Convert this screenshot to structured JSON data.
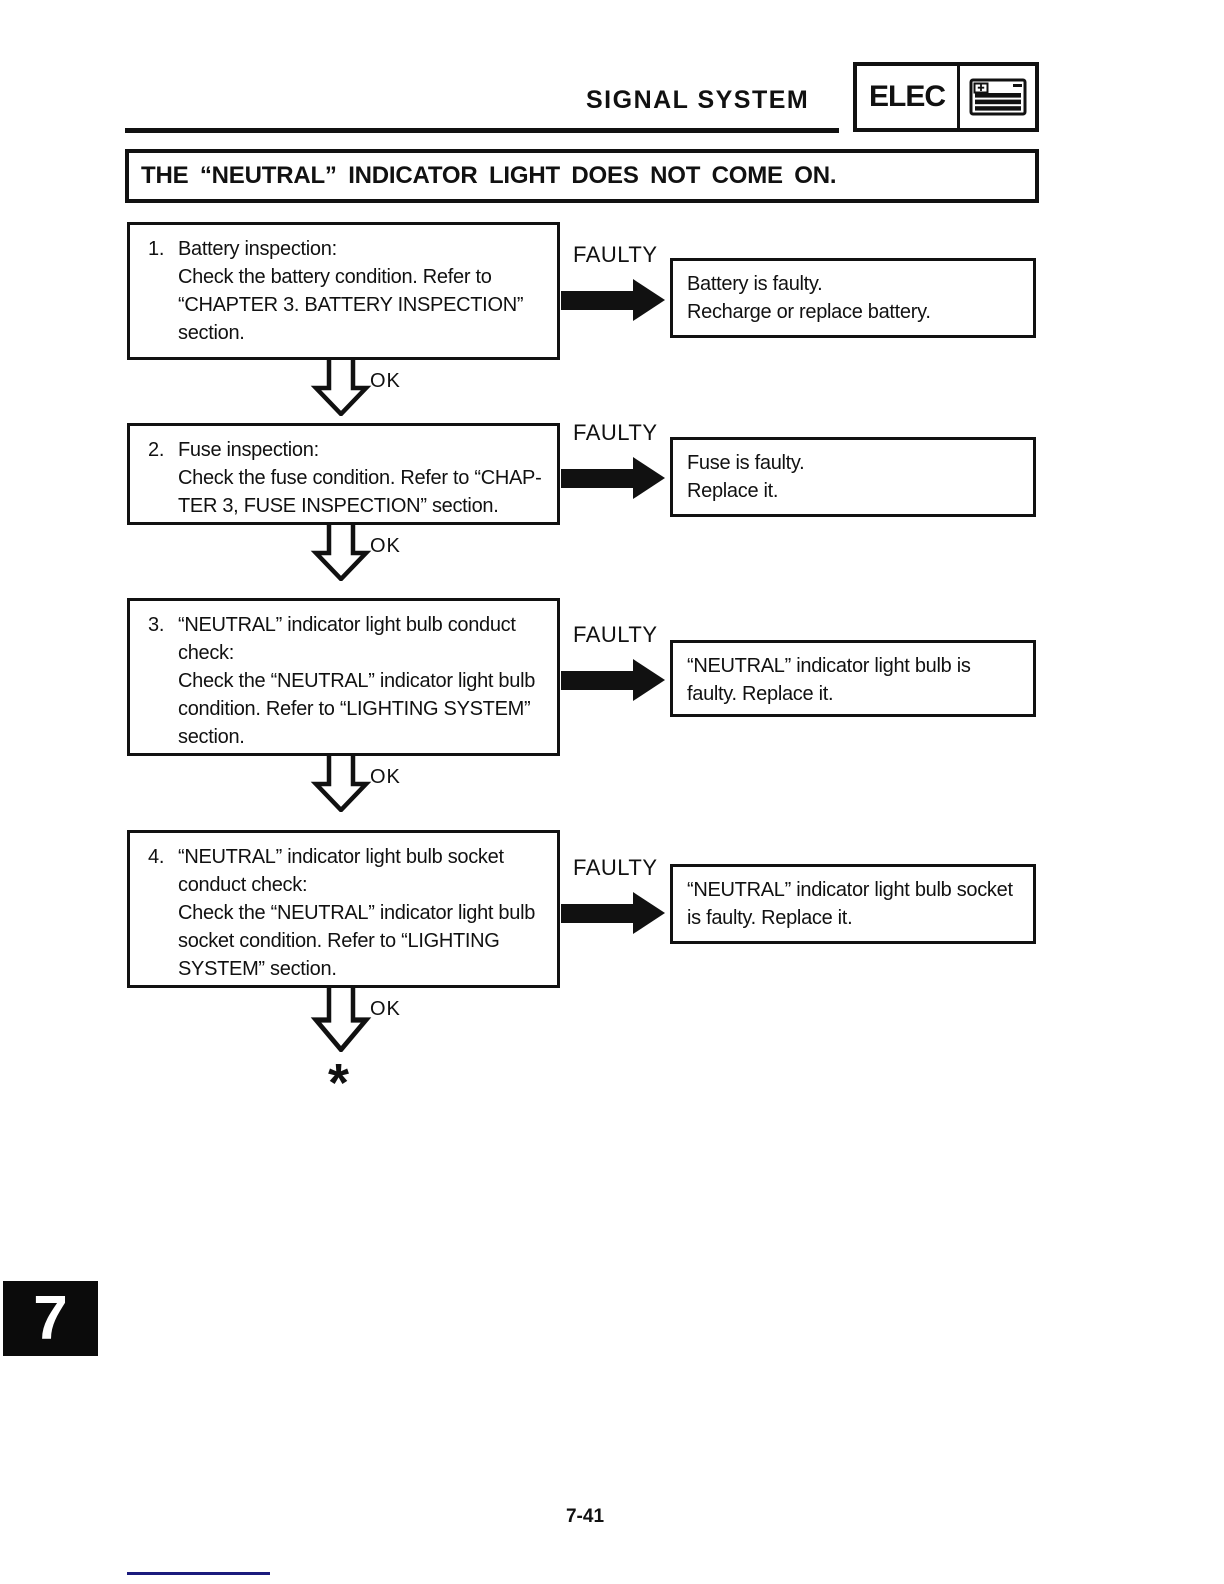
{
  "header": {
    "section_title": "SIGNAL SYSTEM",
    "category_label": "ELEC",
    "category_icon": "battery-icon"
  },
  "problem_title": "THE “NEUTRAL” INDICATOR LIGHT DOES NOT COME ON.",
  "flowchart": {
    "faulty_label": "FAULTY",
    "ok_label": "OK",
    "end_symbol": "*",
    "icons": {
      "faulty_arrow": "thick-right-arrow-icon",
      "ok_arrow": "hollow-down-arrow-icon"
    },
    "steps": [
      {
        "number": "1.",
        "check_lines": [
          "Battery inspection:",
          "Check the battery condition. Refer to",
          "“CHAPTER 3. BATTERY INSPECTION”",
          "section."
        ],
        "result_lines": [
          "Battery is faulty.",
          "Recharge or replace battery."
        ]
      },
      {
        "number": "2.",
        "check_lines": [
          "Fuse inspection:",
          "Check the fuse condition. Refer to “CHAP-",
          "TER 3, FUSE INSPECTION” section."
        ],
        "result_lines": [
          "Fuse is faulty.",
          "Replace it."
        ]
      },
      {
        "number": "3.",
        "check_lines": [
          "“NEUTRAL” indicator light bulb conduct",
          "check:",
          "Check the “NEUTRAL” indicator light bulb",
          "condition. Refer to “LIGHTING SYSTEM”",
          "section."
        ],
        "result_lines": [
          "“NEUTRAL” indicator light bulb is",
          "faulty. Replace it."
        ]
      },
      {
        "number": "4.",
        "check_lines": [
          "“NEUTRAL” indicator light bulb socket",
          "conduct check:",
          "Check the “NEUTRAL” indicator light bulb",
          "socket condition. Refer to “LIGHTING",
          "SYSTEM” section."
        ],
        "result_lines": [
          "“NEUTRAL” indicator light bulb socket",
          "is faulty. Replace it."
        ]
      }
    ]
  },
  "footer": {
    "chapter_tab": "7",
    "page_number": "7-41"
  },
  "colors": {
    "accent_line": "#1b1b7d"
  }
}
